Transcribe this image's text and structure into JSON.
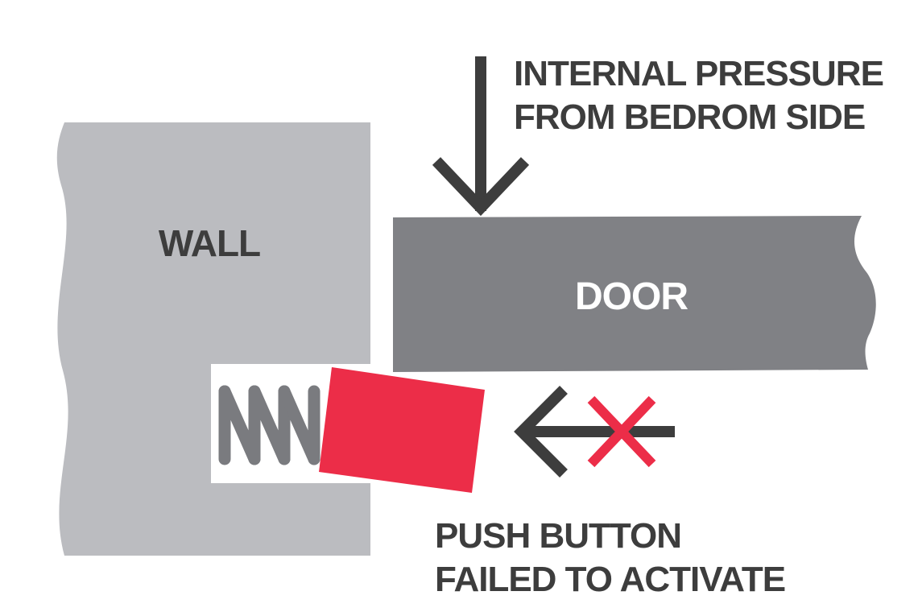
{
  "labels": {
    "wall": "WALL",
    "door": "DOOR",
    "pressure_line1": "INTERNAL PRESSURE",
    "pressure_line2": "FROM BEDROM SIDE",
    "button_line1": "PUSH BUTTON",
    "button_line2": "FAILED TO ACTIVATE"
  },
  "colors": {
    "wall": "#bbbcc0",
    "door": "#808185",
    "spring": "#7a7b7f",
    "push_button": "#ec2d48",
    "cross_mark": "#ec2d48",
    "arrows": "#3d3d3d",
    "text_dark": "#3d3d3d",
    "text_light": "#ffffff",
    "background": "#ffffff"
  },
  "icons": {
    "pressure_arrow": "arrow-down-icon",
    "direction_arrow": "arrow-left-icon",
    "failure_mark": "cross-icon",
    "spring": "spring-icon"
  }
}
